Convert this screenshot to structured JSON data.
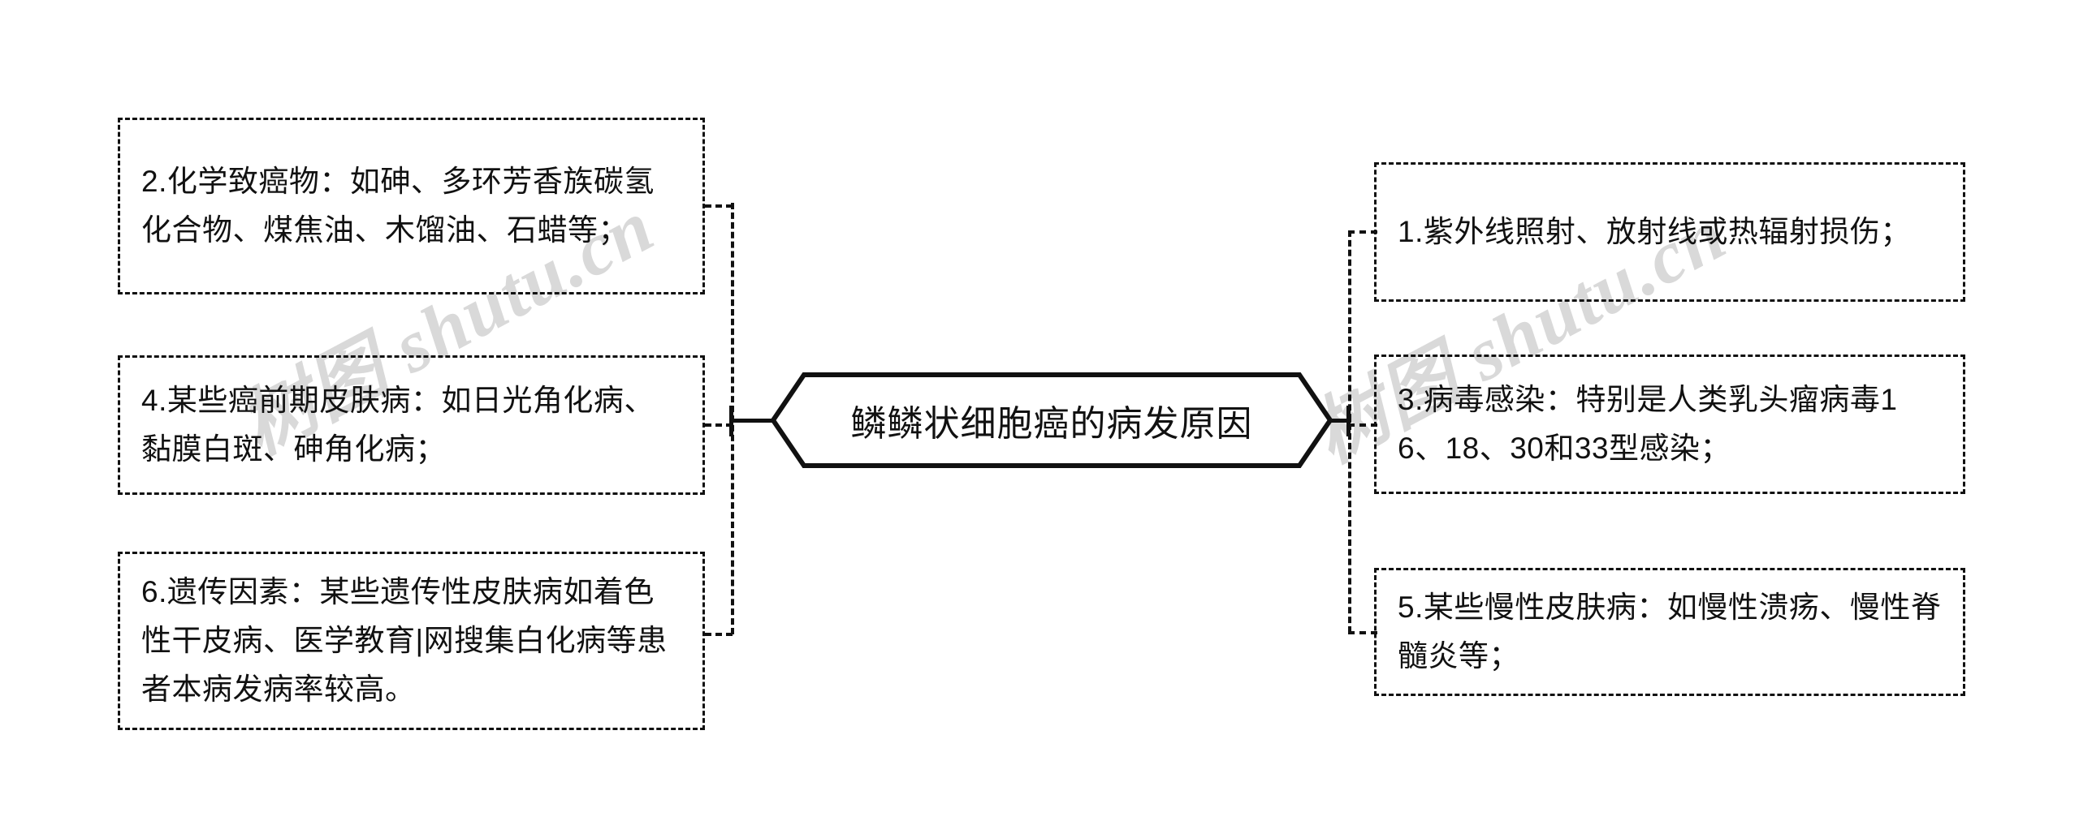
{
  "diagram": {
    "title": "鳞鳞状细胞癌的病发原因",
    "type": "mind-map",
    "orientation": "horizontal-balanced",
    "colors": {
      "line": "#111111",
      "text": "#111111",
      "background": "#ffffff",
      "watermark": "#d9d9d9"
    },
    "center": {
      "label": "鳞鳞状细胞癌的病发原因",
      "shape": "hexagon"
    },
    "branches": {
      "left": [
        {
          "id": "leaf-2",
          "number": "2",
          "text": "2.化学致癌物：如砷、多环芳香族碳氢化合物、煤焦油、木馏油、石蜡等；"
        },
        {
          "id": "leaf-4",
          "number": "4",
          "text": "4.某些癌前期皮肤病：如日光角化病、黏膜白斑、砷角化病；"
        },
        {
          "id": "leaf-6",
          "number": "6",
          "text": "6.遗传因素：某些遗传性皮肤病如着色性干皮病、医学教育|网搜集白化病等患者本病发病率较高。"
        }
      ],
      "right": [
        {
          "id": "leaf-1",
          "number": "1",
          "text": "1.紫外线照射、放射线或热辐射损伤；"
        },
        {
          "id": "leaf-3",
          "number": "3",
          "text": "3.病毒感染：特别是人类乳头瘤病毒16、18、30和33型感染；"
        },
        {
          "id": "leaf-5",
          "number": "5",
          "text": "5.某些慢性皮肤病：如慢性溃疡、慢性脊髓炎等；"
        }
      ]
    }
  },
  "watermarks": {
    "left": "树图 shutu.cn",
    "right": "树图 shutu.cn"
  }
}
